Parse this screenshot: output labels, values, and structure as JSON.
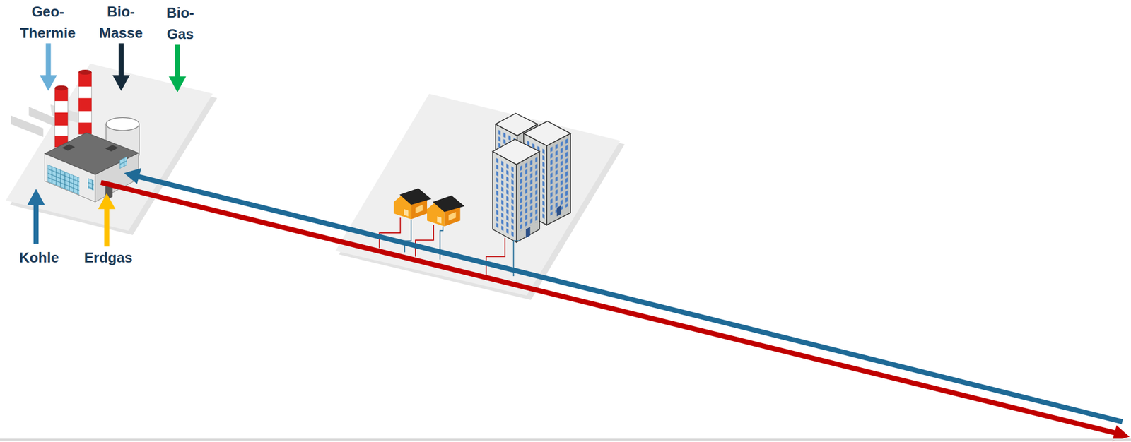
{
  "diagram": {
    "labels": [
      "Geo- Thermie",
      "Bio- Masse",
      "Bio- Gas",
      "Kohle",
      "Erdgas"
    ]
  }
}
